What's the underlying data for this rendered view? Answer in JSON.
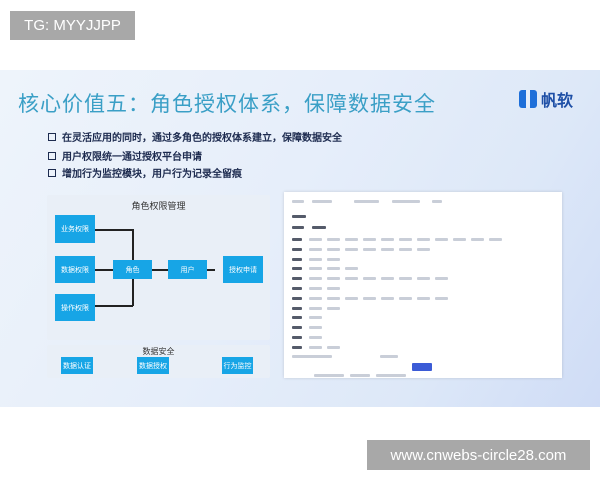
{
  "watermarks": {
    "top": "TG: MYYJJPP",
    "bottom": "www.cnwebs-circle28.com"
  },
  "slide": {
    "title": "核心价值五：角色授权体系，保障数据安全",
    "logo_text": "帆软",
    "bullets": [
      "在灵活应用的同时，通过多角色的授权体系建立，保障数据安全",
      "用户权限统一通过授权平台申请",
      "增加行为监控模块，用户行为记录全留痕"
    ],
    "diagram": {
      "role_panel_title": "角色权限管理",
      "permissions": [
        "业务权限",
        "数据权限",
        "操作权限"
      ],
      "role": "角色",
      "user": "用户",
      "apply": "授权申请",
      "security_panel_title": "数据安全",
      "security_items": [
        "数据认证",
        "数据授权",
        "行为监控"
      ],
      "box_color": "#17a5e6"
    },
    "accent_color": "#3a9fc6"
  }
}
